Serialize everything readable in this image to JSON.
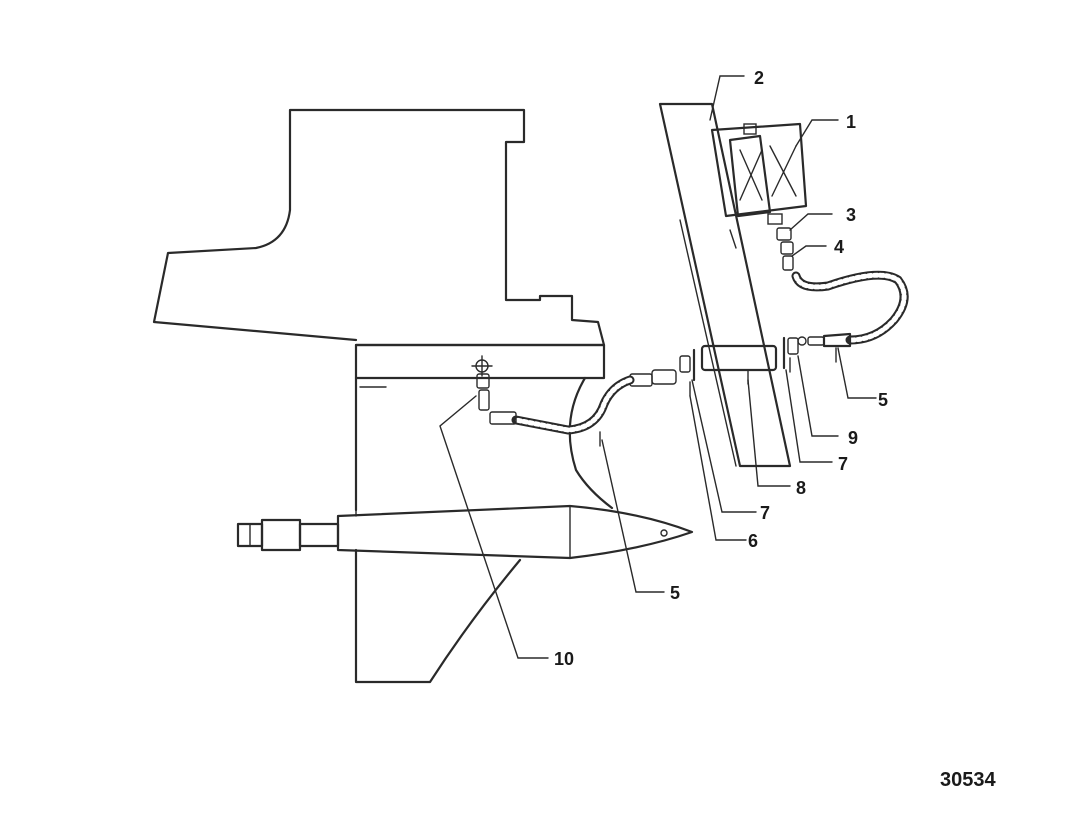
{
  "figure_number": "30534",
  "callouts": [
    {
      "id": "c1",
      "label": "1"
    },
    {
      "id": "c2",
      "label": "2"
    },
    {
      "id": "c3",
      "label": "3"
    },
    {
      "id": "c4",
      "label": "4"
    },
    {
      "id": "c5a",
      "label": "5"
    },
    {
      "id": "c5b",
      "label": "5"
    },
    {
      "id": "c6",
      "label": "6"
    },
    {
      "id": "c7a",
      "label": "7"
    },
    {
      "id": "c7b",
      "label": "7"
    },
    {
      "id": "c8",
      "label": "8"
    },
    {
      "id": "c9",
      "label": "9"
    },
    {
      "id": "c10",
      "label": "10"
    }
  ]
}
